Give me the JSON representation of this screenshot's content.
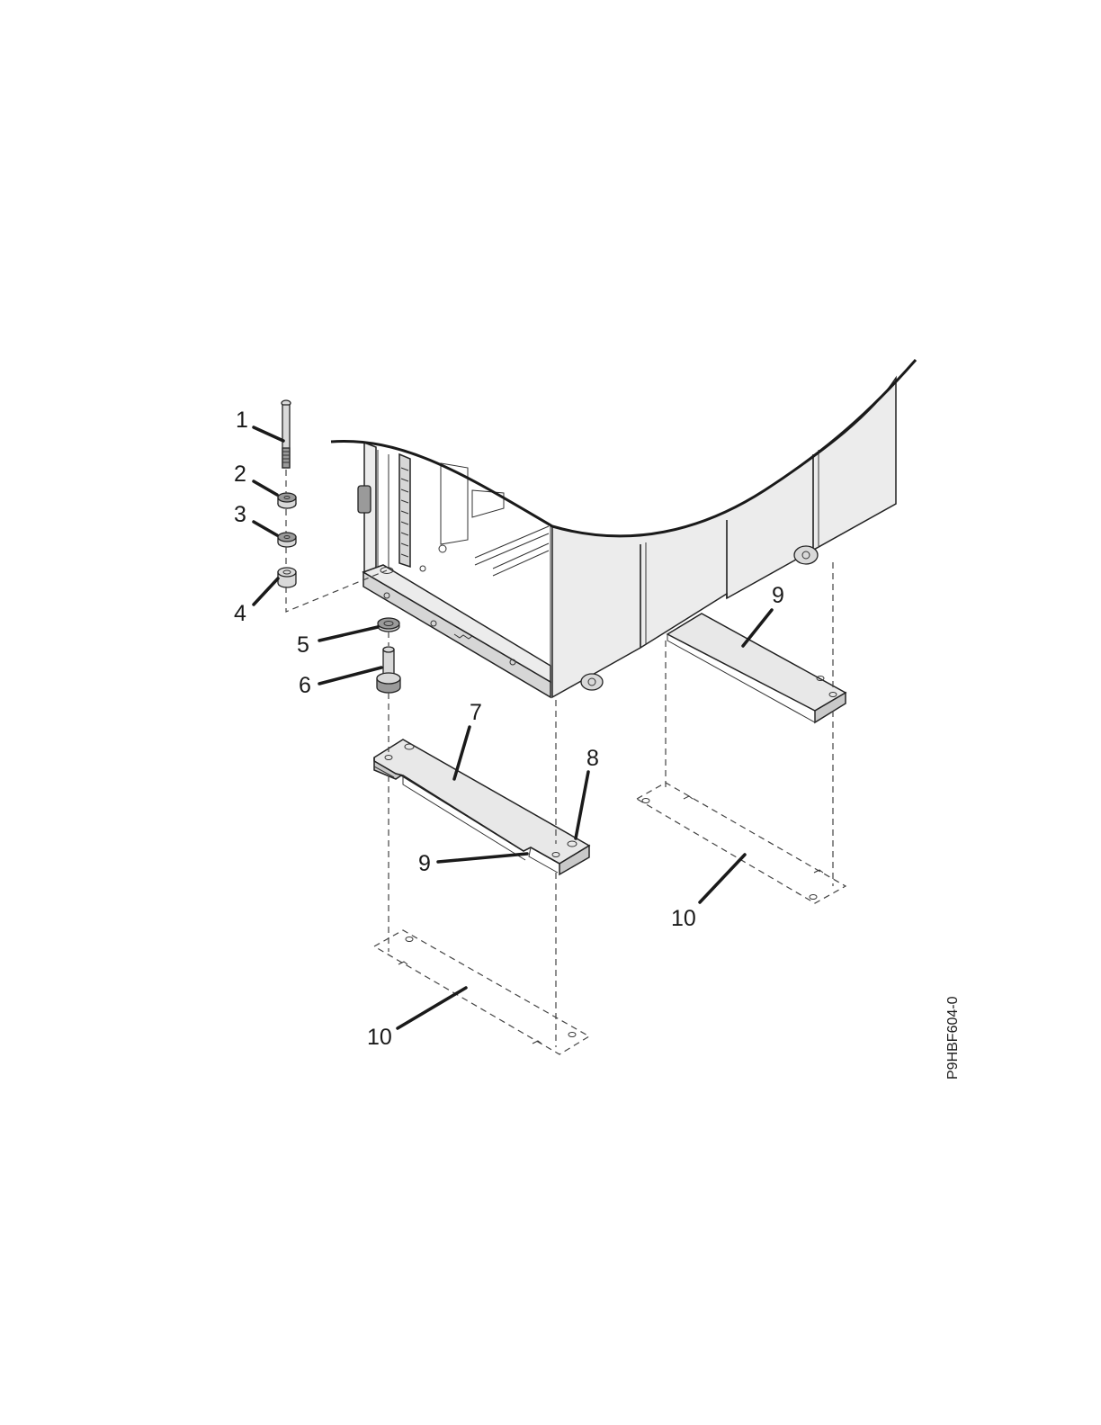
{
  "figure": {
    "identifier": "P9HBF604-0",
    "callouts": {
      "c1": "1",
      "c2": "2",
      "c3": "3",
      "c4": "4",
      "c5": "5",
      "c6": "6",
      "c7": "7",
      "c8": "8",
      "c9a": "9",
      "c9b": "9",
      "c10a": "10",
      "c10b": "10"
    }
  }
}
